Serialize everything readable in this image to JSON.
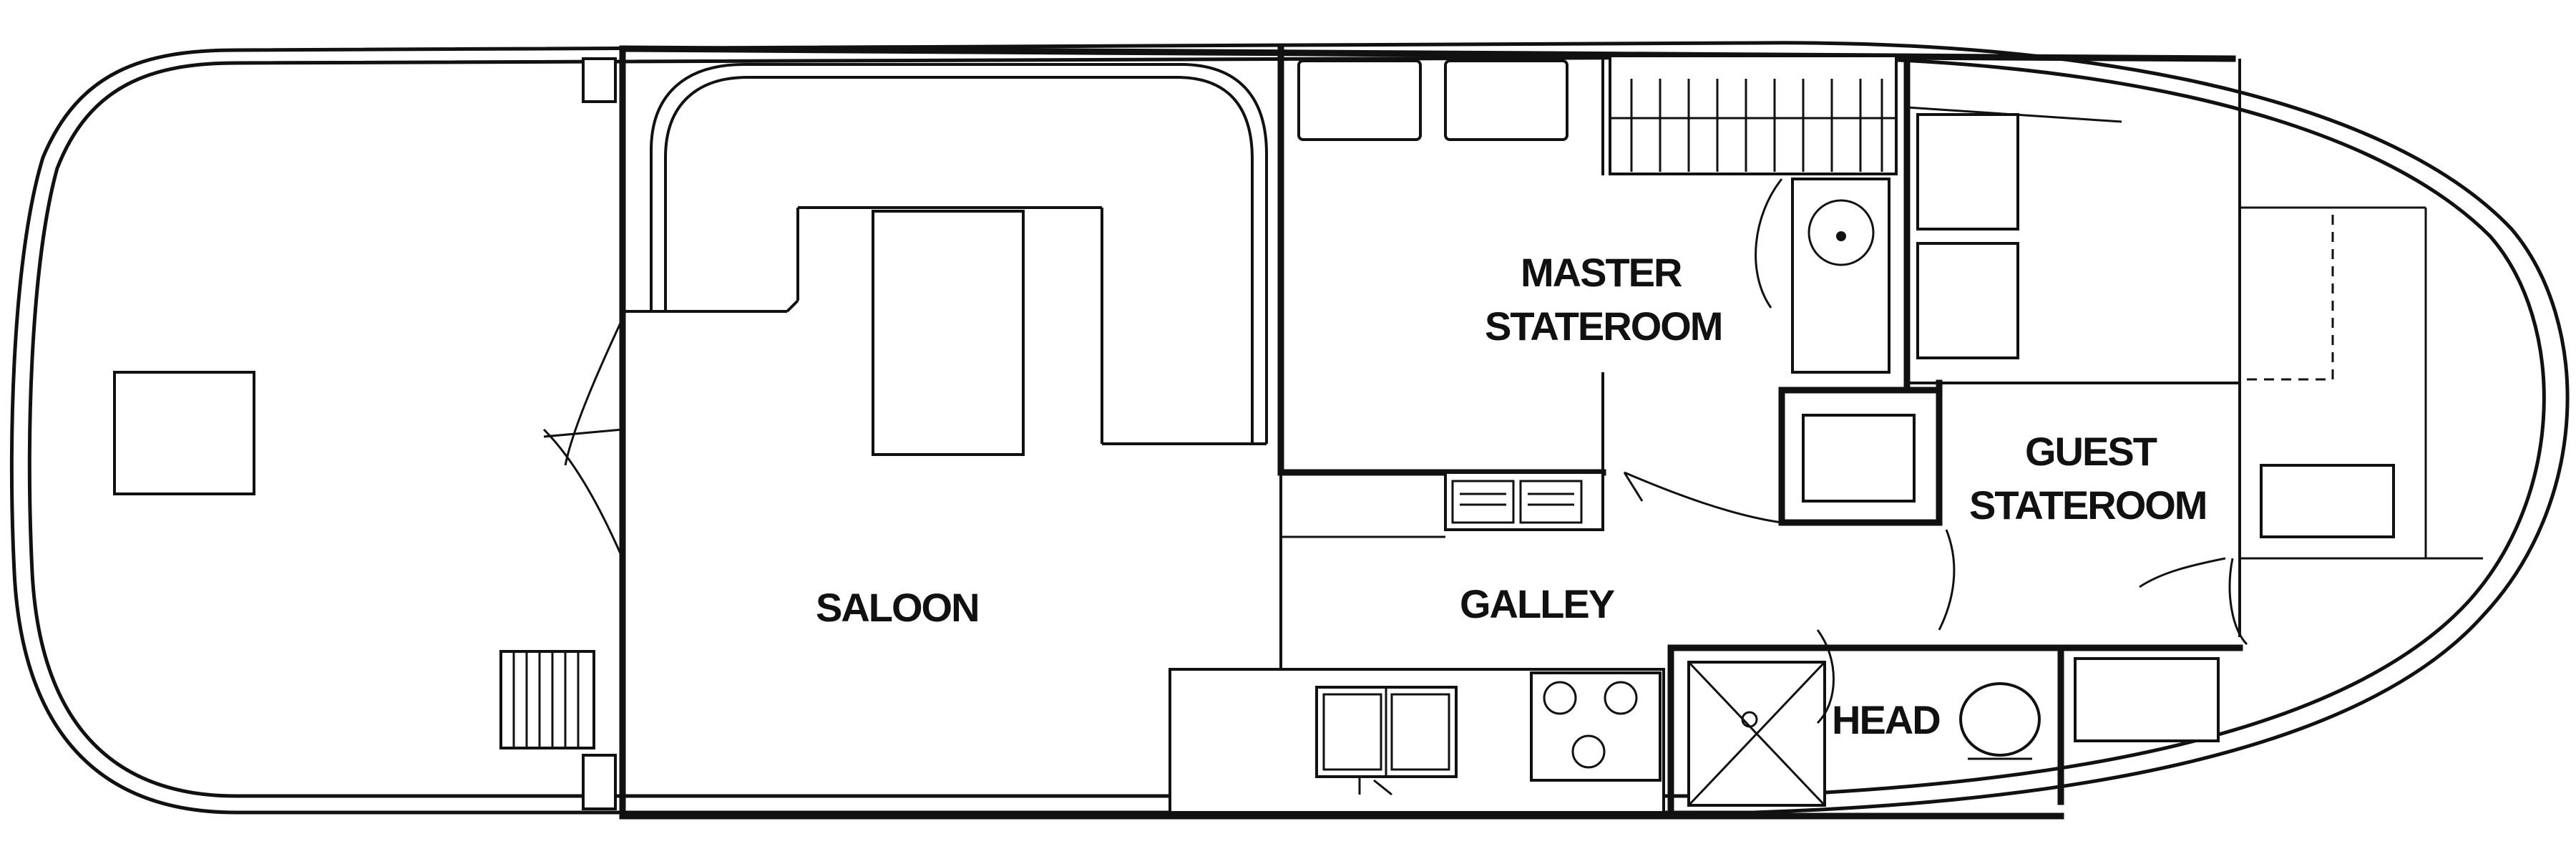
{
  "rooms": {
    "saloon": "SALOON",
    "galley": "GALLEY",
    "master_line1": "MASTER",
    "master_line2": "STATEROOM",
    "guest_line1": "GUEST",
    "guest_line2": "STATEROOM",
    "head": "HEAD"
  }
}
